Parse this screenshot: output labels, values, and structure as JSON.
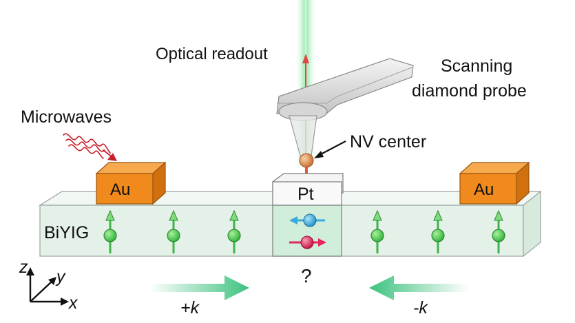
{
  "labels": {
    "optical_readout": "Optical readout",
    "probe_line1": "Scanning",
    "probe_line2": "diamond probe",
    "microwaves": "Microwaves",
    "nv_center": "NV center",
    "au_left": "Au",
    "au_right": "Au",
    "pt": "Pt",
    "substrate": "BiYIG",
    "question": "?",
    "plus_k": "+k",
    "minus_k": "-k",
    "axis_z": "z",
    "axis_y": "y",
    "axis_x": "x"
  },
  "colors": {
    "laser_green": "#7fe09a",
    "laser_red": "#e04848",
    "au": "#f08a1c",
    "substrate": "#e3f1e8",
    "spin_green": "#4fd25a",
    "spin_blue": "#3aa9dc",
    "spin_red": "#e5245e",
    "wave_arrow": "#3cc27e",
    "microwave": "#c8202a"
  }
}
